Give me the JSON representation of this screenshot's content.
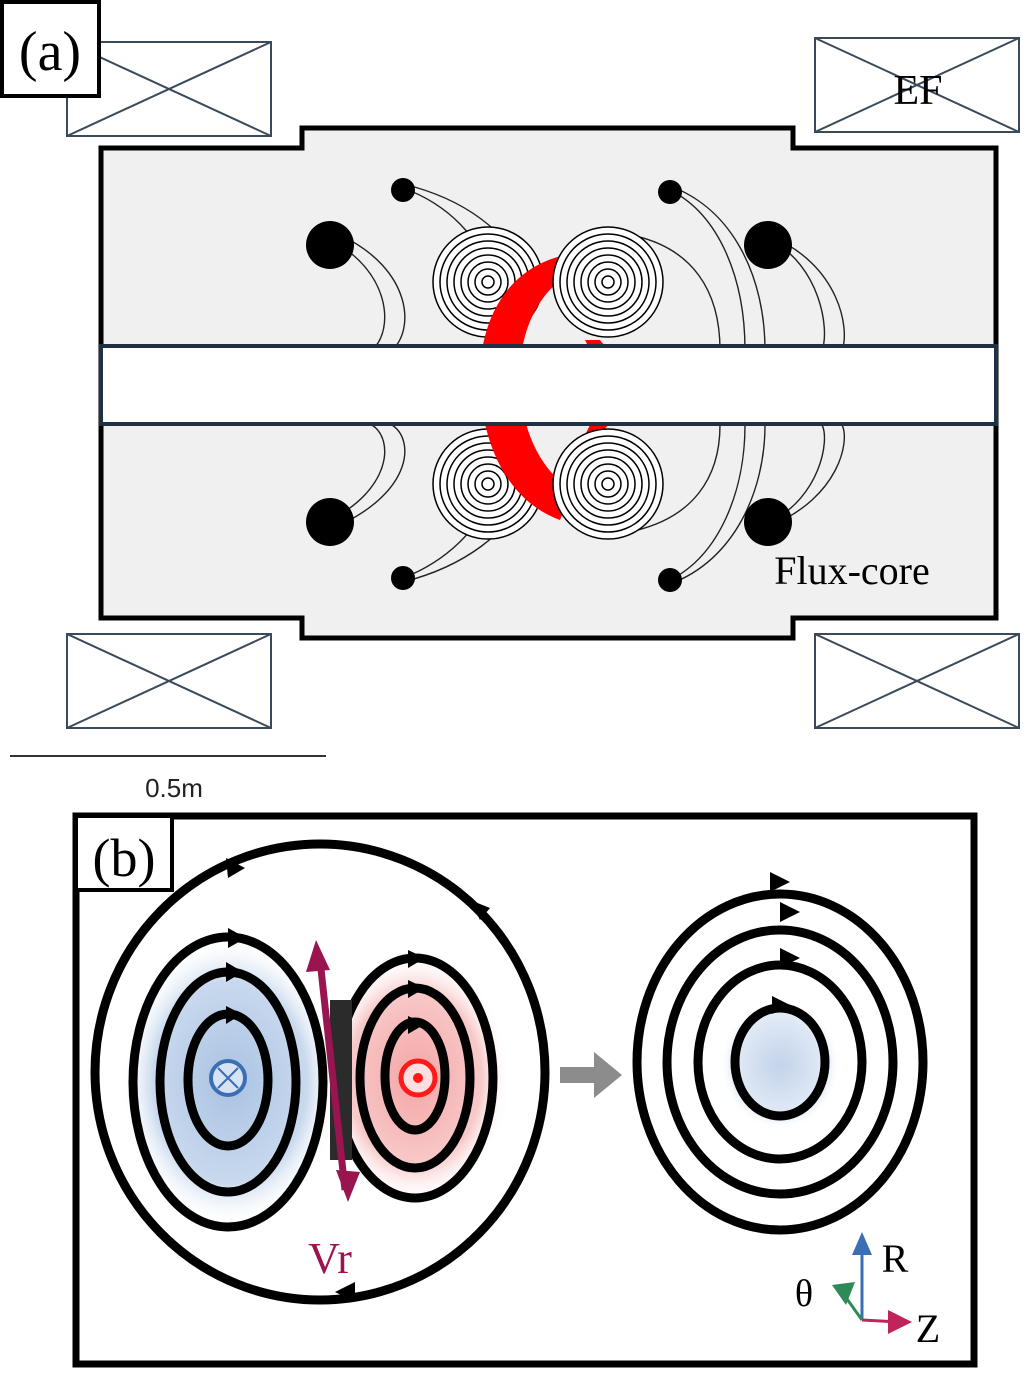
{
  "panel_a": {
    "label": "(a)",
    "ef_label": "EF",
    "flux_core_label": "Flux-core",
    "scale_label": "0.5m"
  },
  "panel_b": {
    "label": "(b)",
    "vr_label": "Vr",
    "axes": {
      "r": "R",
      "theta": "θ",
      "z": "Z"
    }
  },
  "colors": {
    "plasma_ring": "#ff0000",
    "vessel_fill": "#f0f0f0",
    "blue_blob": "#b9cde6",
    "red_blob": "#f6b6b6",
    "vr_arrow": "#9a1450",
    "r_arrow": "#3a6fb5",
    "theta_arrow": "#2e8b57",
    "z_arrow": "#c0245a",
    "transition_arrow": "#8c8c8c"
  }
}
